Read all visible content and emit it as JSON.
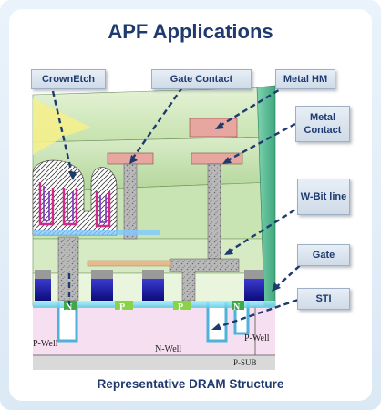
{
  "title": "APF Applications",
  "caption": "Representative DRAM  Structure",
  "labels": {
    "crown_etch": "CrownEtch",
    "gate_contact": "Gate Contact",
    "metal_hm": "Metal HM",
    "metal_contact": "Metal Contact",
    "w_bit_line": "W-Bit line",
    "gate": "Gate",
    "sti": "STI"
  },
  "diagram_text": {
    "n_well": "N-Well",
    "p_well_right": "P-Well",
    "p_well_left": "P-Well",
    "p_sub": "P-SUB",
    "n_left": "N",
    "p_mid": "P",
    "p_mid2": "P",
    "n_right": "N"
  },
  "colors": {
    "title": "#1f3a6e",
    "label_bg": "#dbe5f0",
    "leader": "#1f3a6e"
  }
}
